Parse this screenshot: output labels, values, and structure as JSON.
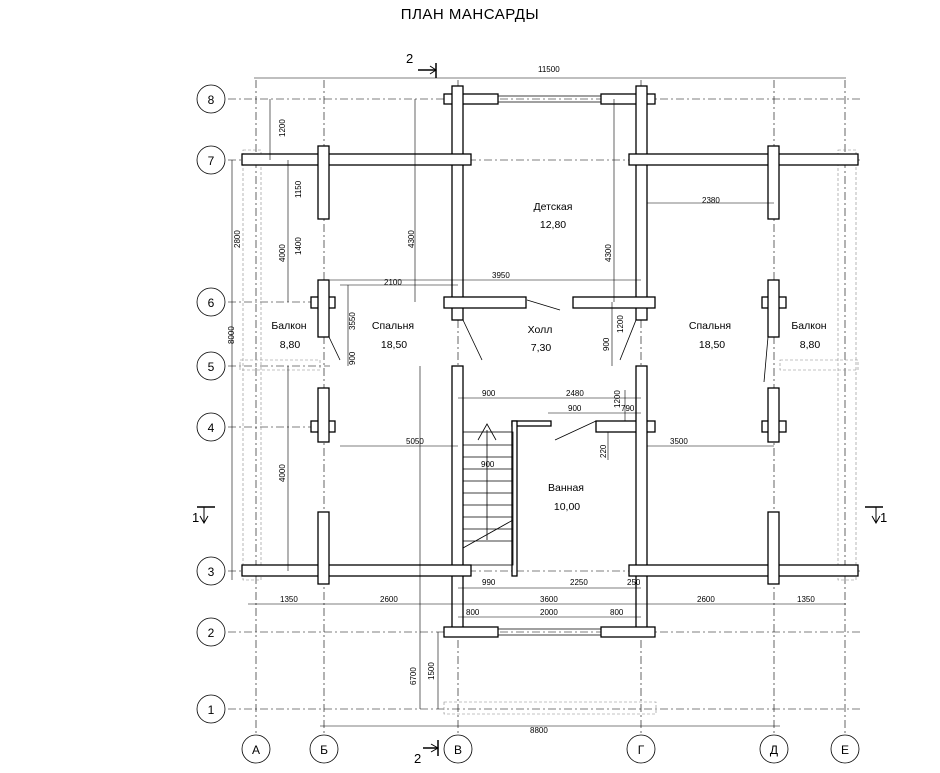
{
  "title": "ПЛАН   МАНСАРДЫ",
  "axes_horizontal": [
    "8",
    "7",
    "6",
    "5",
    "4",
    "3",
    "2",
    "1"
  ],
  "axes_vertical": [
    "А",
    "Б",
    "В",
    "Г",
    "Д",
    "Е"
  ],
  "rooms": {
    "detskaya": {
      "name": "Детская",
      "area": "12,80"
    },
    "spalnya_left": {
      "name": "Спальня",
      "area": "18,50"
    },
    "holl": {
      "name": "Холл",
      "area": "7,30"
    },
    "spalnya_right": {
      "name": "Спальня",
      "area": "18,50"
    },
    "balkon_left": {
      "name": "Балкон",
      "area": "8,80"
    },
    "balkon_right": {
      "name": "Балкон",
      "area": "8,80"
    },
    "vannaya": {
      "name": "Ванная",
      "area": "10,00"
    }
  },
  "section_marks": {
    "top": "2",
    "bottom": "2",
    "left": "1",
    "right": "1"
  },
  "dimensions": {
    "overall_top": "11500",
    "d_1200": "1200",
    "d_2800": "2800",
    "d_1150": "1150",
    "d_1400": "1400",
    "d_4000a": "4000",
    "d_4300a": "4300",
    "d_4300b": "4300",
    "d_2100": "2100",
    "d_3950": "3950",
    "d_2380": "2380",
    "d_8000": "8000",
    "d_3550": "3550",
    "d_900a": "900",
    "d_1200b": "1200",
    "d_900b": "900",
    "d_900c": "900",
    "d_2480": "2480",
    "d_900d": "900",
    "d_790": "790",
    "d_5050": "5050",
    "d_1200c": "1200",
    "d_3500": "3500",
    "d_220": "220",
    "d_900e": "900",
    "d_4000b": "4000",
    "d_990": "990",
    "d_2250": "2250",
    "d_250": "250",
    "d_1350a": "1350",
    "d_2600a": "2600",
    "d_3600": "3600",
    "d_2600b": "2600",
    "d_1350b": "1350",
    "d_800a": "800",
    "d_2000": "2000",
    "d_800b": "800",
    "d_6700": "6700",
    "d_1500": "1500",
    "d_8800": "8800"
  }
}
